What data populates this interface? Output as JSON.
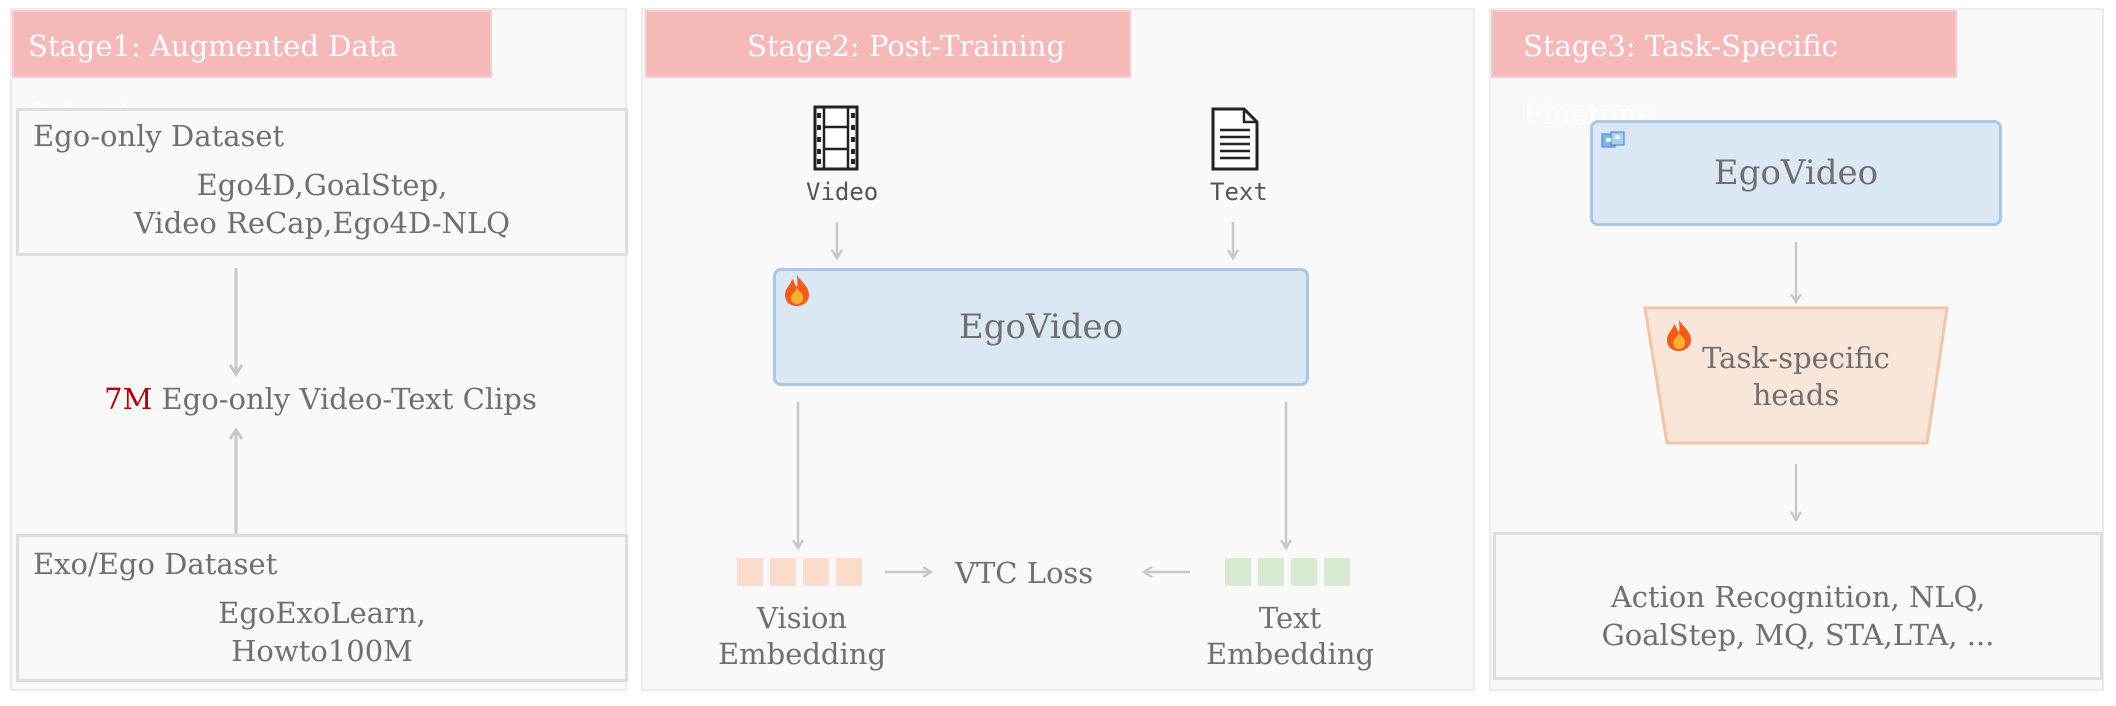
{
  "stage1": {
    "title": "Stage1: Augmented Data Selection",
    "ego_only": {
      "label": "Ego-only Dataset",
      "line1": "Ego4D,GoalStep,",
      "line2": "Video ReCap,Ego4D-NLQ"
    },
    "clips": {
      "count": "7M",
      "text": "Ego-only Video-Text Clips"
    },
    "exo_ego": {
      "label": "Exo/Ego Dataset",
      "line1": "EgoExoLearn,",
      "line2": "Howto100M"
    }
  },
  "stage2": {
    "title": "Stage2: Post-Training",
    "video_label": "Video",
    "text_label": "Text",
    "model": "EgoVideo",
    "loss": "VTC Loss",
    "vision_emb": {
      "line1": "Vision",
      "line2": "Embedding"
    },
    "text_emb": {
      "line1": "Text",
      "line2": "Embedding"
    }
  },
  "stage3": {
    "title": "Stage3: Task-Specific Finetune",
    "model": "EgoVideo",
    "heads": {
      "line1": "Task-specific",
      "line2": "heads"
    },
    "tasks": {
      "line1": "Action Recognition, NLQ,",
      "line2": "GoalStep, MQ, STA,LTA, ..."
    }
  },
  "icons": {
    "fire": "fire-icon",
    "ice": "ice-cube-icon",
    "video": "film-strip-icon",
    "document": "document-icon"
  },
  "colors": {
    "stage_title_bg": "#f6b9b9",
    "model_fill": "#dbe8f3",
    "model_border": "#a8c8e4",
    "heads_fill": "#f8e6da",
    "heads_border": "#f3c5a5",
    "vision_tokens": "#f9dccb",
    "text_tokens": "#d9ead3",
    "highlight": "#b00000"
  }
}
